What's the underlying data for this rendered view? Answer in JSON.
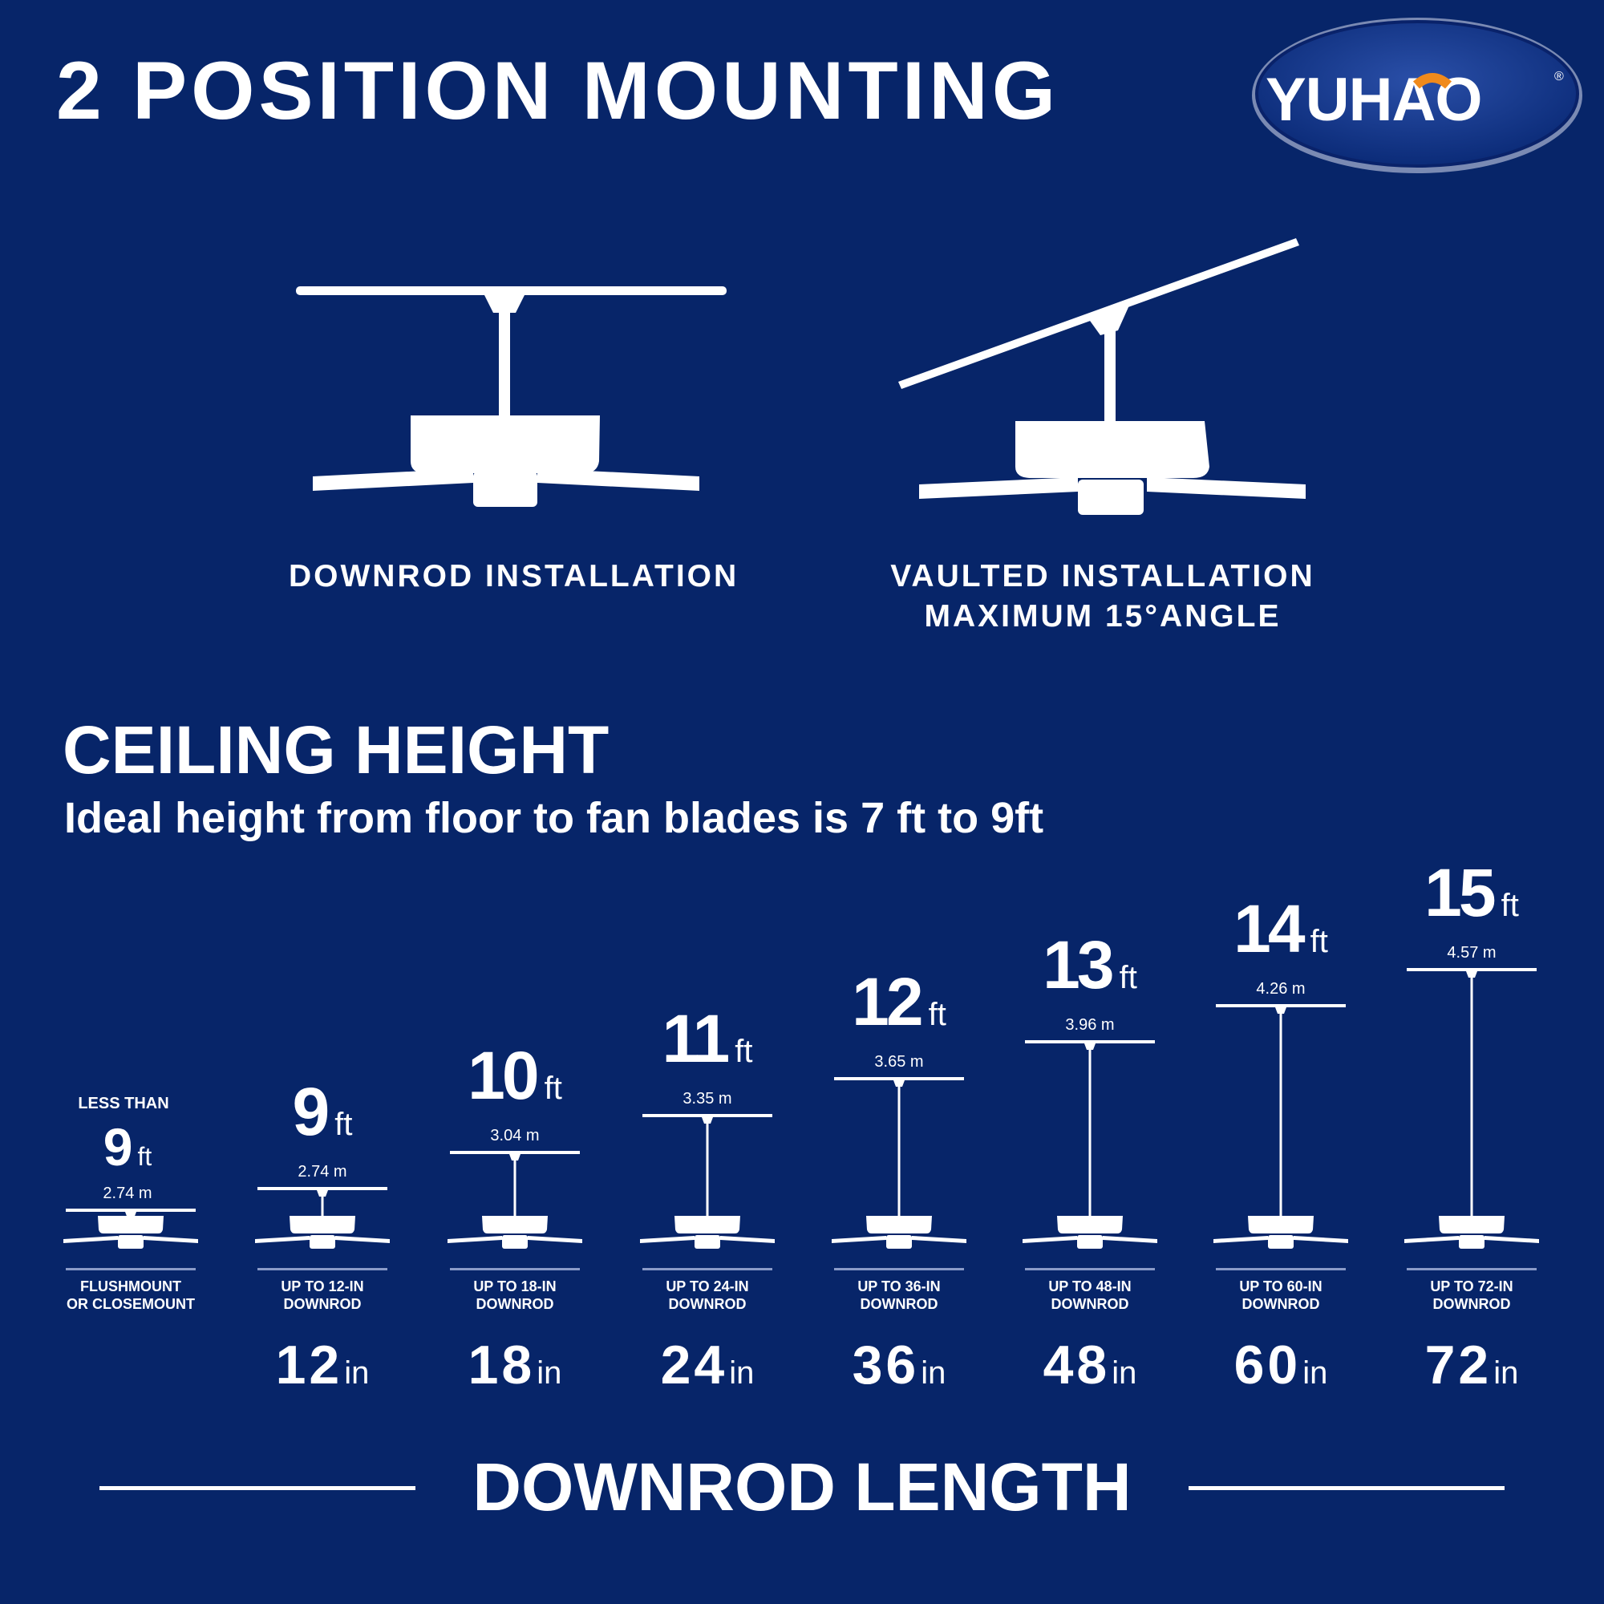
{
  "header": {
    "title": "2 POSITION MOUNTING",
    "logo_text": "YUHAO",
    "logo_mark": "®"
  },
  "installations": [
    {
      "label_line1": "DOWNROD INSTALLATION",
      "label_line2": ""
    },
    {
      "label_line1": "VAULTED INSTALLATION",
      "label_line2": "MAXIMUM 15°ANGLE"
    }
  ],
  "vaulted_max_angle_deg": 15,
  "ceiling": {
    "title": "CEILING HEIGHT",
    "subtitle": "Ideal height from floor to fan blades is 7 ft to 9ft"
  },
  "heights": [
    {
      "prefix": "LESS THAN",
      "ft": "9",
      "ft_unit": "ft",
      "m": "2.74 m",
      "downrod_line1": "FLUSHMOUNT",
      "downrod_line2": "OR CLOSEMOUNT",
      "inches": "",
      "in_unit": ""
    },
    {
      "prefix": "",
      "ft": "9",
      "ft_unit": "ft",
      "m": "2.74 m",
      "downrod_line1": "UP TO 12-IN",
      "downrod_line2": "DOWNROD",
      "inches": "12",
      "in_unit": "in"
    },
    {
      "prefix": "",
      "ft": "10",
      "ft_unit": "ft",
      "m": "3.04 m",
      "downrod_line1": "UP TO 18-IN",
      "downrod_line2": "DOWNROD",
      "inches": "18",
      "in_unit": "in"
    },
    {
      "prefix": "",
      "ft": "11",
      "ft_unit": "ft",
      "m": "3.35 m",
      "downrod_line1": "UP TO 24-IN",
      "downrod_line2": "DOWNROD",
      "inches": "24",
      "in_unit": "in"
    },
    {
      "prefix": "",
      "ft": "12",
      "ft_unit": "ft",
      "m": "3.65 m",
      "downrod_line1": "UP TO 36-IN",
      "downrod_line2": "DOWNROD",
      "inches": "36",
      "in_unit": "in"
    },
    {
      "prefix": "",
      "ft": "13",
      "ft_unit": "ft",
      "m": "3.96 m",
      "downrod_line1": "UP TO 48-IN",
      "downrod_line2": "DOWNROD",
      "inches": "48",
      "in_unit": "in"
    },
    {
      "prefix": "",
      "ft": "14",
      "ft_unit": "ft",
      "m": "4.26 m",
      "downrod_line1": "UP TO 60-IN",
      "downrod_line2": "DOWNROD",
      "inches": "60",
      "in_unit": "in"
    },
    {
      "prefix": "",
      "ft": "15",
      "ft_unit": "ft",
      "m": "4.57 m",
      "downrod_line1": "UP TO 72-IN",
      "downrod_line2": "DOWNROD",
      "inches": "72",
      "in_unit": "in"
    }
  ],
  "footer": {
    "title": "DOWNROD LENGTH"
  },
  "colors": {
    "background": "#072569",
    "text": "#ffffff",
    "logo_accent": "#f08a1c",
    "divider": "#8a9bc8"
  }
}
